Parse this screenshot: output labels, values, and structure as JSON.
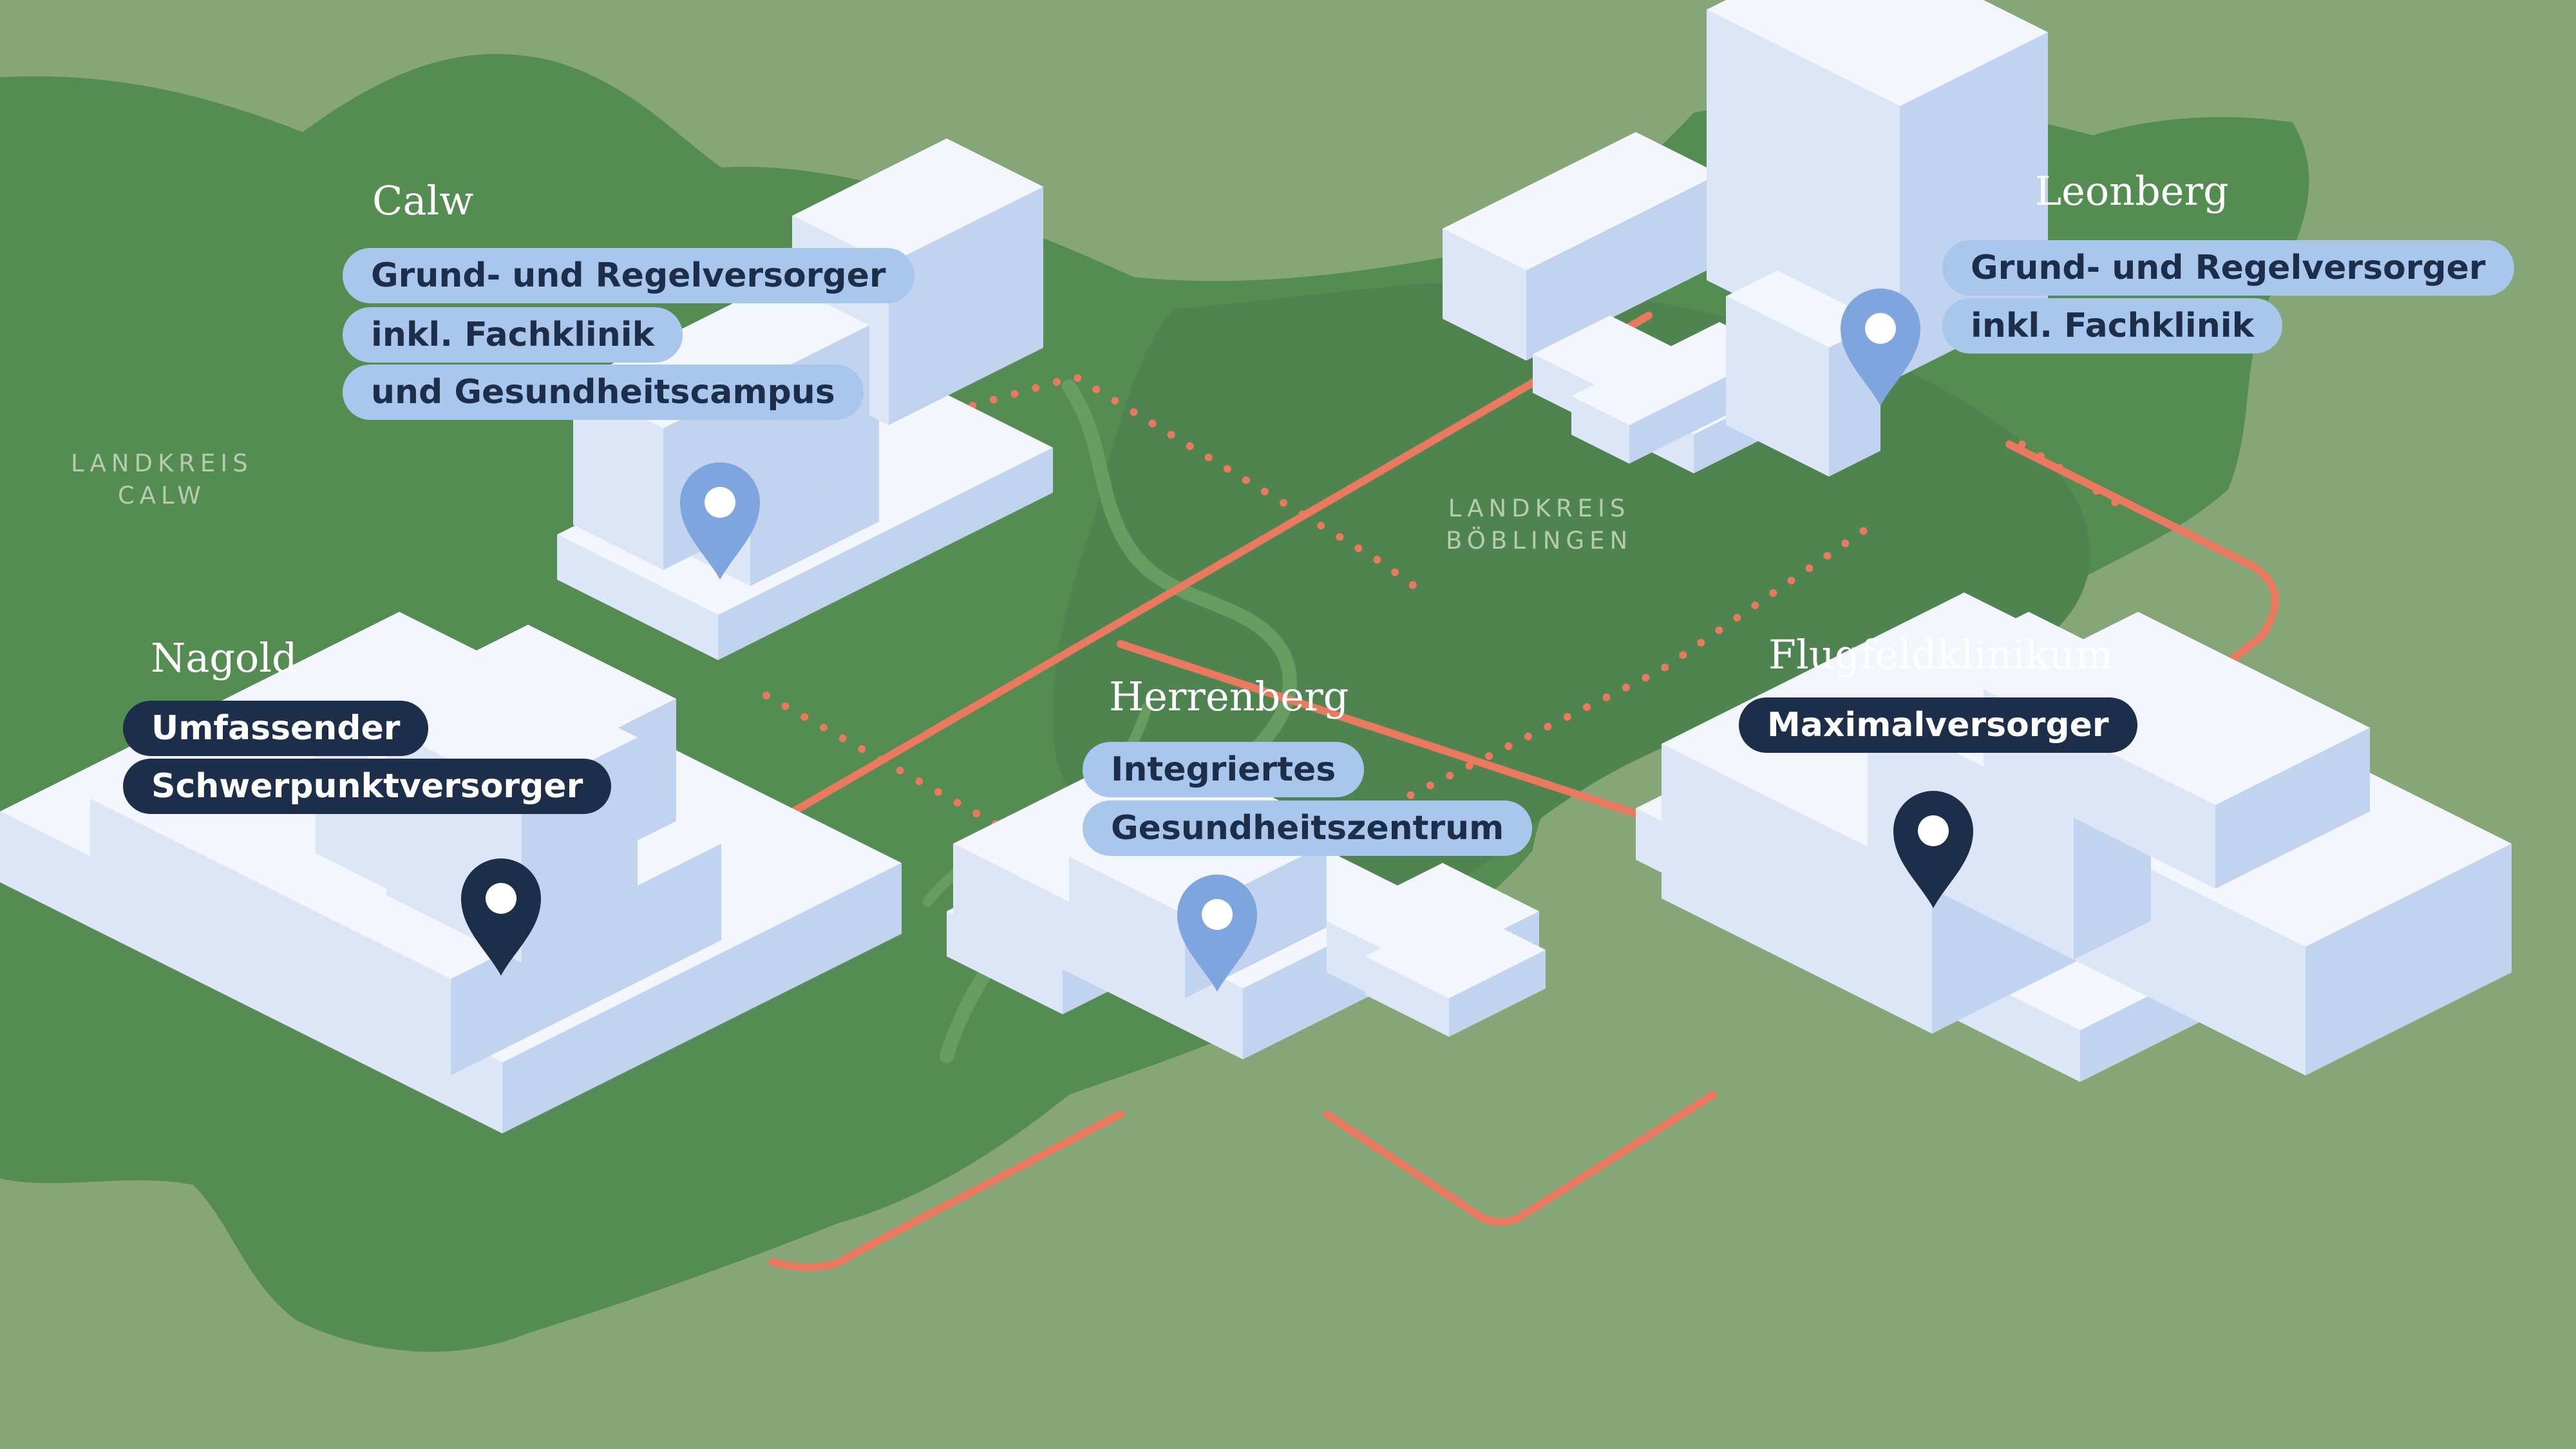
{
  "map": {
    "colors": {
      "background": "#87a677",
      "district_land": "#558c52",
      "district_shade": "#4f8350",
      "river": "#689c61",
      "route": "#e9795f",
      "building_top": "#f3f6fd",
      "building_left": "#dde6f7",
      "building_right": "#c2d3ef",
      "pin_light": "#7ea5dd",
      "pin_dark": "#1d2e4a",
      "label_light_bg": "#a9c6ec",
      "label_dark_bg": "#1d2e4a"
    },
    "districts": [
      {
        "id": "calw",
        "line1": "LANDKREIS",
        "line2": "CALW"
      },
      {
        "id": "boeblingen",
        "line1": "LANDKREIS",
        "line2": "BÖBLINGEN"
      }
    ],
    "sites": [
      {
        "id": "calw",
        "name": "Calw",
        "pin": "map-pin-icon",
        "pin_color": "light",
        "labels": [
          "Grund- und Regelversorger",
          "inkl. Fachklinik",
          "und Gesundheitscampus"
        ]
      },
      {
        "id": "leonberg",
        "name": "Leonberg",
        "pin": "map-pin-icon",
        "pin_color": "light",
        "labels": [
          "Grund- und Regelversorger",
          "inkl. Fachklinik"
        ]
      },
      {
        "id": "nagold",
        "name": "Nagold",
        "pin": "map-pin-icon",
        "pin_color": "dark",
        "labels": [
          "Umfassender",
          "Schwerpunktversorger"
        ]
      },
      {
        "id": "herrenberg",
        "name": "Herrenberg",
        "pin": "map-pin-icon",
        "pin_color": "light",
        "labels": [
          "Integriertes",
          "Gesundheitszentrum"
        ]
      },
      {
        "id": "flugfeld",
        "name": "Flugfeldklinikum",
        "pin": "map-pin-icon",
        "pin_color": "dark",
        "labels": [
          "Maximalversorger"
        ]
      }
    ]
  }
}
